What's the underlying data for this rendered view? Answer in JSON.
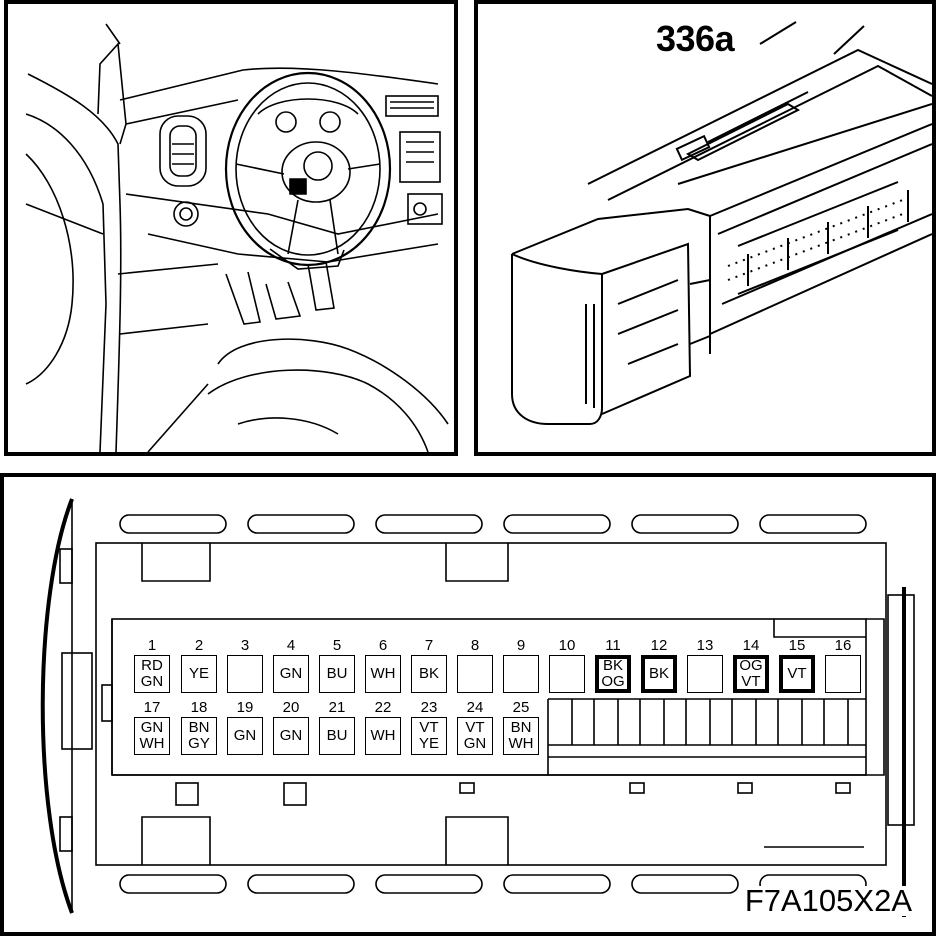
{
  "callout_label": "336a",
  "figure_id": "F7A105X2A",
  "pins": [
    {
      "num": "1",
      "l1": "RD",
      "l2": "GN",
      "hl": false
    },
    {
      "num": "2",
      "l1": "YE",
      "l2": "",
      "hl": false
    },
    {
      "num": "3",
      "l1": "",
      "l2": "",
      "hl": false
    },
    {
      "num": "4",
      "l1": "GN",
      "l2": "",
      "hl": false
    },
    {
      "num": "5",
      "l1": "BU",
      "l2": "",
      "hl": false
    },
    {
      "num": "6",
      "l1": "WH",
      "l2": "",
      "hl": false
    },
    {
      "num": "7",
      "l1": "BK",
      "l2": "",
      "hl": false
    },
    {
      "num": "8",
      "l1": "",
      "l2": "",
      "hl": false
    },
    {
      "num": "9",
      "l1": "",
      "l2": "",
      "hl": false
    },
    {
      "num": "10",
      "l1": "",
      "l2": "",
      "hl": false
    },
    {
      "num": "11",
      "l1": "BK",
      "l2": "OG",
      "hl": true
    },
    {
      "num": "12",
      "l1": "BK",
      "l2": "",
      "hl": true
    },
    {
      "num": "13",
      "l1": "",
      "l2": "",
      "hl": false
    },
    {
      "num": "14",
      "l1": "OG",
      "l2": "VT",
      "hl": true
    },
    {
      "num": "15",
      "l1": "VT",
      "l2": "",
      "hl": true
    },
    {
      "num": "16",
      "l1": "",
      "l2": "",
      "hl": false
    },
    {
      "num": "17",
      "l1": "GN",
      "l2": "WH",
      "hl": false
    },
    {
      "num": "18",
      "l1": "BN",
      "l2": "GY",
      "hl": false
    },
    {
      "num": "19",
      "l1": "GN",
      "l2": "",
      "hl": false
    },
    {
      "num": "20",
      "l1": "GN",
      "l2": "",
      "hl": false
    },
    {
      "num": "21",
      "l1": "BU",
      "l2": "",
      "hl": false
    },
    {
      "num": "22",
      "l1": "WH",
      "l2": "",
      "hl": false
    },
    {
      "num": "23",
      "l1": "VT",
      "l2": "YE",
      "hl": false
    },
    {
      "num": "24",
      "l1": "VT",
      "l2": "GN",
      "hl": false
    },
    {
      "num": "25",
      "l1": "BN",
      "l2": "WH",
      "hl": false
    }
  ]
}
